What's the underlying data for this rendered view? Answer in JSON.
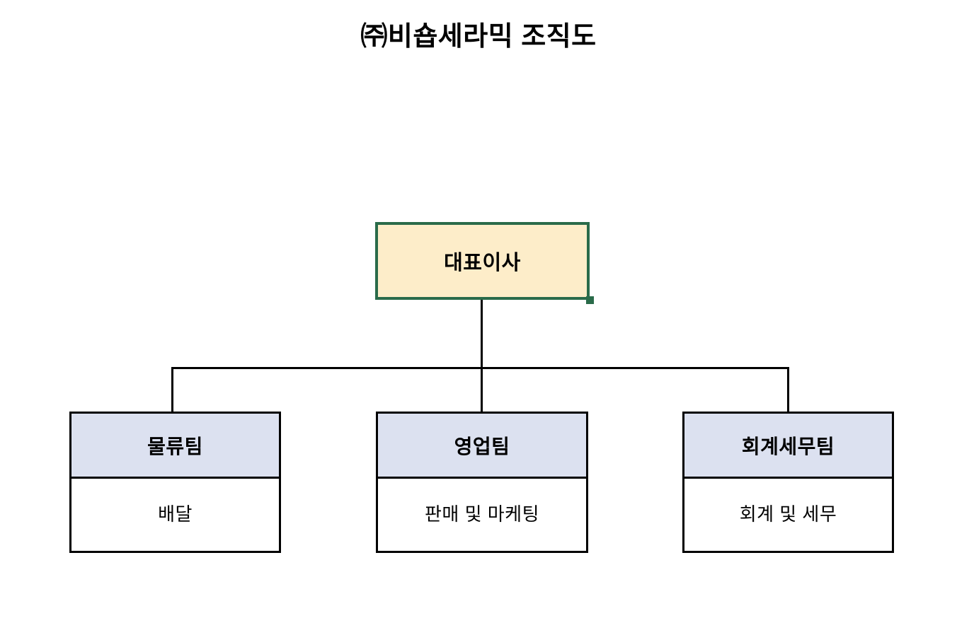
{
  "document": {
    "title": "㈜비숍세라믹 조직도",
    "background_color": "#ffffff"
  },
  "colors": {
    "root_fill": "#fdedc9",
    "root_border": "#2a6b4a",
    "team_header_fill": "#dce1f0",
    "team_body_fill": "#ffffff",
    "team_border": "#000000",
    "connector": "#000000",
    "handle": "#2a6b4a",
    "text": "#000000"
  },
  "org_chart": {
    "root": {
      "label": "대표이사",
      "fill": "#fdedc9",
      "border": "#2a6b4a",
      "selected": true
    },
    "teams": [
      {
        "name": "물류팀",
        "description": "배달"
      },
      {
        "name": "영업팀",
        "description": "판매 및 마케팅"
      },
      {
        "name": "회계세무팀",
        "description": "회계 및 세무"
      }
    ]
  }
}
